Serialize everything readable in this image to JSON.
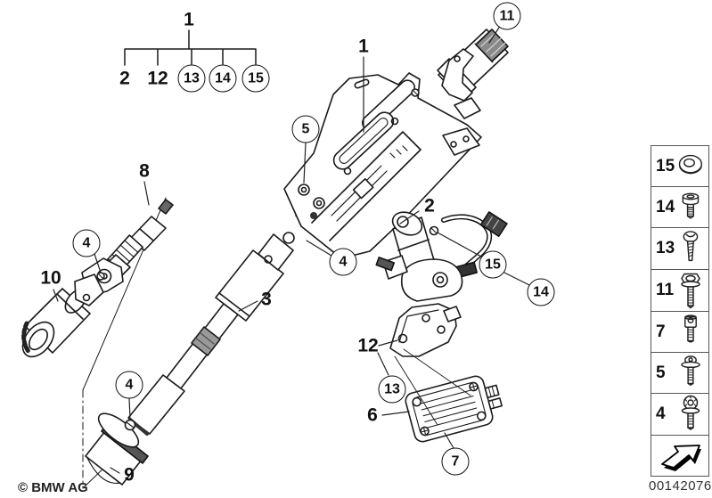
{
  "figure": {
    "title": "Steering column add-on parts exploded diagram",
    "copyright": "© BMW AG",
    "image_number": "00142076",
    "line_color": "#1a1a1a",
    "background": "#ffffff"
  },
  "tree": {
    "root": "1",
    "children": [
      {
        "label": "2",
        "circled": false
      },
      {
        "label": "12",
        "circled": false
      },
      {
        "label": "13",
        "circled": true
      },
      {
        "label": "14",
        "circled": true
      },
      {
        "label": "15",
        "circled": true
      }
    ]
  },
  "callouts": [
    {
      "label": "1",
      "circled": false,
      "part": "steering-column-housing"
    },
    {
      "label": "11",
      "circled": true,
      "part": "splined-shaft-bolt"
    },
    {
      "label": "5",
      "circled": true,
      "part": "housing-screw"
    },
    {
      "label": "8",
      "circled": false,
      "part": "double-joint-shaft"
    },
    {
      "label": "4",
      "circled": true,
      "part": "joint-clamp-bolt-left"
    },
    {
      "label": "10",
      "circled": false,
      "part": "clamp-tube"
    },
    {
      "label": "4",
      "circled": true,
      "part": "joint-clamp-bolt-mid"
    },
    {
      "label": "3",
      "circled": false,
      "part": "intermediate-shaft"
    },
    {
      "label": "2",
      "circled": false,
      "part": "adjustment-motor"
    },
    {
      "label": "15",
      "circled": true,
      "part": "motor-grommet"
    },
    {
      "label": "14",
      "circled": true,
      "part": "motor-screw"
    },
    {
      "label": "12",
      "circled": false,
      "part": "mounting-bracket"
    },
    {
      "label": "13",
      "circled": true,
      "part": "bracket-screw"
    },
    {
      "label": "6",
      "circled": false,
      "part": "control-unit"
    },
    {
      "label": "7",
      "circled": true,
      "part": "control-unit-screw"
    },
    {
      "label": "4",
      "circled": true,
      "part": "shaft-clamp-bolt-bottom"
    },
    {
      "label": "9",
      "circled": false,
      "part": "boot-gaiter"
    }
  ],
  "legend": {
    "items": [
      {
        "label": "15",
        "icon": "grommet-icon"
      },
      {
        "label": "14",
        "icon": "shoulder-screw-icon"
      },
      {
        "label": "13",
        "icon": "tapping-screw-icon"
      },
      {
        "label": "11",
        "icon": "hex-flange-bolt-icon"
      },
      {
        "label": "7",
        "icon": "socket-head-screw-icon"
      },
      {
        "label": "5",
        "icon": "flange-screw-icon"
      },
      {
        "label": "4",
        "icon": "torx-bolt-icon"
      }
    ],
    "arrow": "previous-diagram-arrow"
  }
}
